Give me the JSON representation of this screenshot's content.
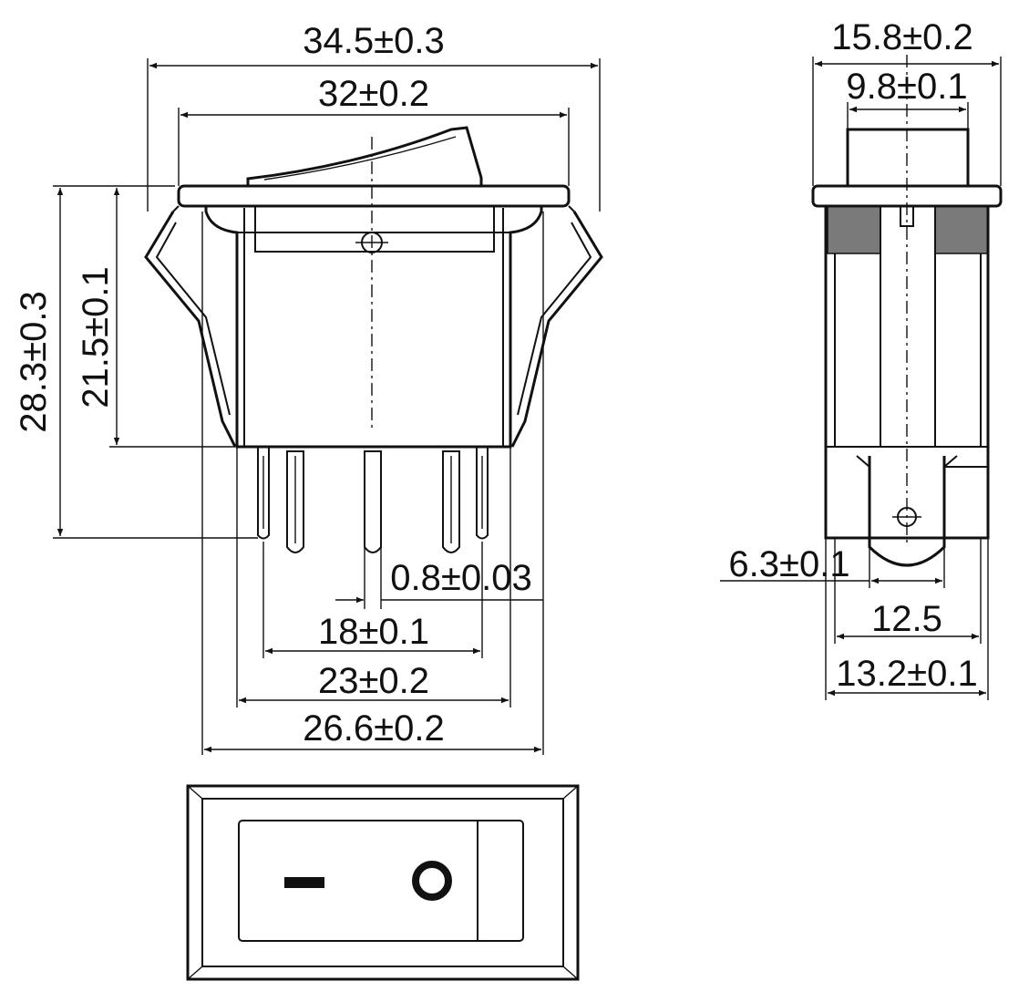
{
  "dimensions": {
    "overall_width": "34.5±0.3",
    "rocker_width": "32±0.2",
    "total_height": "28.3±0.3",
    "body_height": "21.5±0.1",
    "terminal_thickness": "0.8±0.03",
    "pin_span_inner": "18±0.1",
    "pin_span_outer": "23±0.2",
    "body_width": "26.6±0.2",
    "side_flange_width": "15.8±0.2",
    "side_rocker_width": "9.8±0.1",
    "terminal_width": "6.3±0.1",
    "side_body_inner": "12.5",
    "side_body_outer": "13.2±0.1"
  },
  "symbols": {
    "on_mark": "I",
    "off_mark": "O"
  }
}
